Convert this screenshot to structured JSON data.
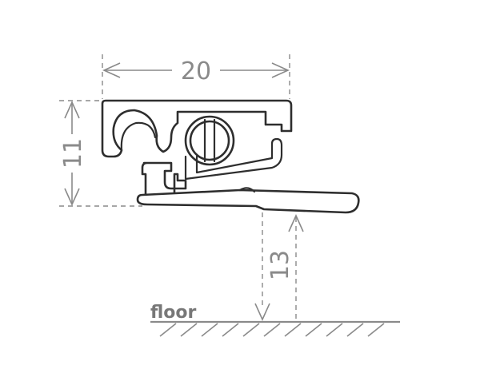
{
  "dimensions": {
    "width_label": "20",
    "height_label": "11",
    "gap_label": "13"
  },
  "floor_label": "floor",
  "colors": {
    "dimension": "#8a8a8a",
    "profile": "#2e2e2e"
  }
}
